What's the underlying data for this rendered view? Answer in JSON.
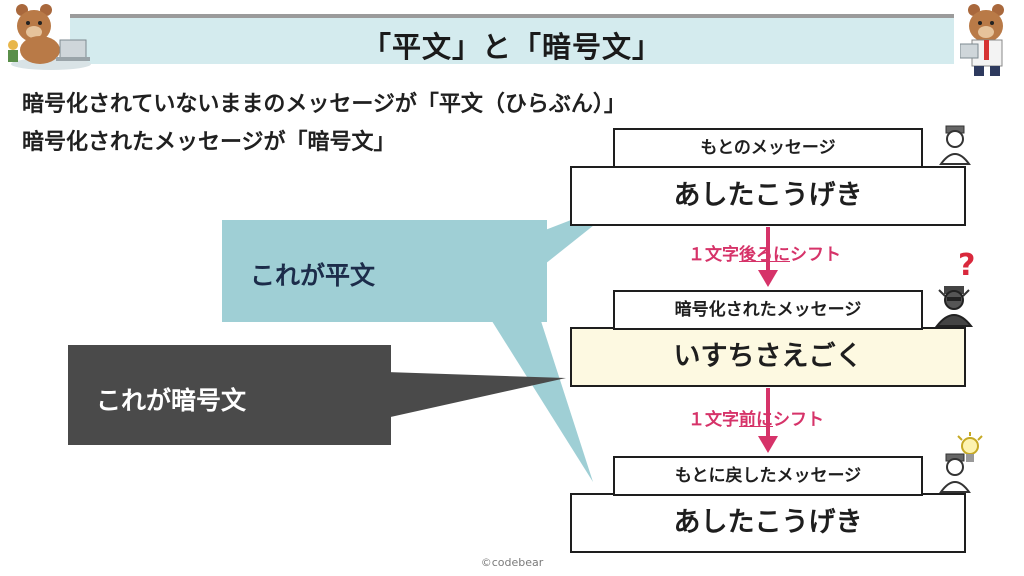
{
  "header": {
    "title": "「平文」と「暗号文」"
  },
  "intro": {
    "line1": "暗号化されていないままのメッセージが「平文（ひらぶん）」",
    "line2": "暗号化されたメッセージが「暗号文」"
  },
  "flow": {
    "original_label": "もとのメッセージ",
    "original_text": "あしたこうげき",
    "shift1_prefix": "１文字",
    "shift1_emphasis": "後ろに",
    "shift1_suffix": "シフト",
    "encrypted_label": "暗号化されたメッセージ",
    "encrypted_text": "いすちさえごく",
    "shift2_prefix": "１文字",
    "shift2_emphasis": "前に",
    "shift2_suffix": "シフト",
    "restored_label": "もとに戻したメッセージ",
    "restored_text": "あしたこうげき"
  },
  "callouts": {
    "plain": "これが平文",
    "cipher": "これが暗号文"
  },
  "question_mark": "?",
  "credit": "©codebear",
  "colors": {
    "banner_bg": "#d4ebee",
    "plain_callout": "#9fcfd5",
    "cipher_callout": "#4a4a4a",
    "encrypted_box_bg": "#fdf9e1",
    "arrow": "#d63369"
  },
  "icons": [
    "bear-laptop-left-icon",
    "bear-laptop-right-icon",
    "person-icon",
    "spy-icon",
    "question-mark-icon",
    "lightbulb-icon"
  ]
}
